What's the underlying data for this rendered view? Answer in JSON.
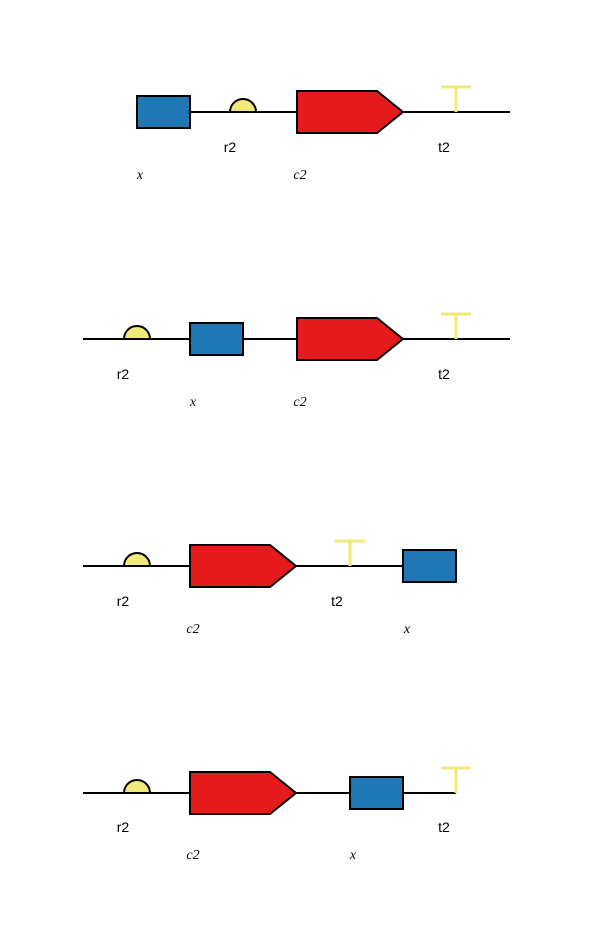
{
  "colors": {
    "backbone": "#000000",
    "promoter_fill": "#f0ea7a",
    "operator_fill": "#1f77b4",
    "cds_fill": "#e41a1c",
    "terminator_stroke": "#f0ea7a"
  },
  "constructs": [
    {
      "id": "construct-1",
      "labels": {
        "operator": "x",
        "promoter": "r2",
        "cds": "c2",
        "terminator": "t2"
      }
    },
    {
      "id": "construct-2",
      "labels": {
        "operator": "x",
        "promoter": "r2",
        "cds": "c2",
        "terminator": "t2"
      }
    },
    {
      "id": "construct-3",
      "labels": {
        "operator": "x",
        "promoter": "r2",
        "cds": "c2",
        "terminator": "t2"
      }
    },
    {
      "id": "construct-4",
      "labels": {
        "operator": "x",
        "promoter": "r2",
        "cds": "c2",
        "terminator": "t2"
      }
    }
  ]
}
